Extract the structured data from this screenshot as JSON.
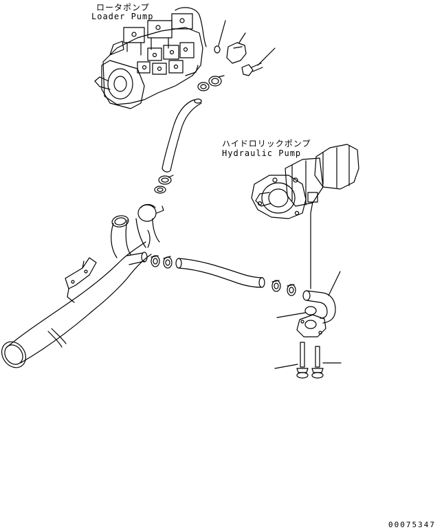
{
  "labels": {
    "loader_pump_jp": "ロータポンプ",
    "loader_pump_en": "Loader Pump",
    "hydraulic_pump_jp": "ハイドロリックポンプ",
    "hydraulic_pump_en": "Hydraulic Pump"
  },
  "drawing_number": "00075347"
}
